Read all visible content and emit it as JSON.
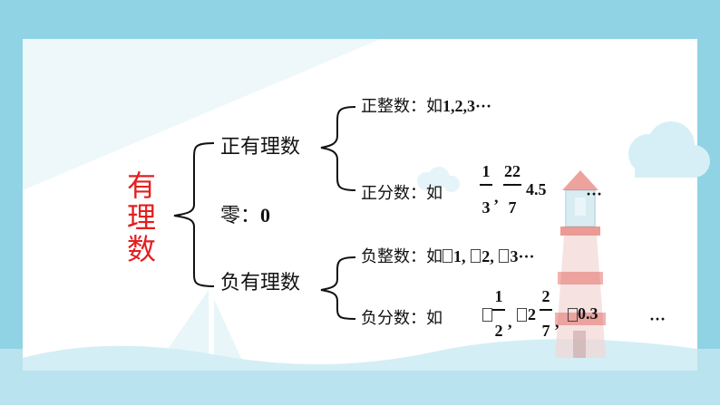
{
  "title": "有理数",
  "colors": {
    "frame": "#8fd3e4",
    "panel": "#ffffff",
    "title": "#e41e1e",
    "text": "#111111",
    "lighthouse_red": "#e0564e"
  },
  "branches": {
    "positive_rational": {
      "label": "正有理数",
      "children": {
        "positive_integer": {
          "label": "正整数：如",
          "examples": "1,2,3···"
        },
        "positive_fraction": {
          "label": "正分数：如",
          "fractions": [
            {
              "numerator": "1",
              "denominator": "3"
            },
            {
              "numerator": "22",
              "denominator": "7"
            }
          ],
          "separator": ",",
          "decimal": "4.5",
          "ellipsis": "···"
        }
      }
    },
    "zero": {
      "label": "零：",
      "value": "0"
    },
    "negative_rational": {
      "label": "负有理数",
      "children": {
        "negative_integer": {
          "label": "负整数：如",
          "examples": [
            "1,",
            "2,",
            "3···"
          ]
        },
        "negative_fraction": {
          "label": "负分数：如",
          "fractions": [
            {
              "numerator": "1",
              "denominator": "2"
            },
            {
              "whole": "2",
              "numerator": "2",
              "denominator": "7"
            }
          ],
          "separator": ",",
          "decimal": "0.3",
          "ellipsis": "···"
        }
      }
    }
  }
}
